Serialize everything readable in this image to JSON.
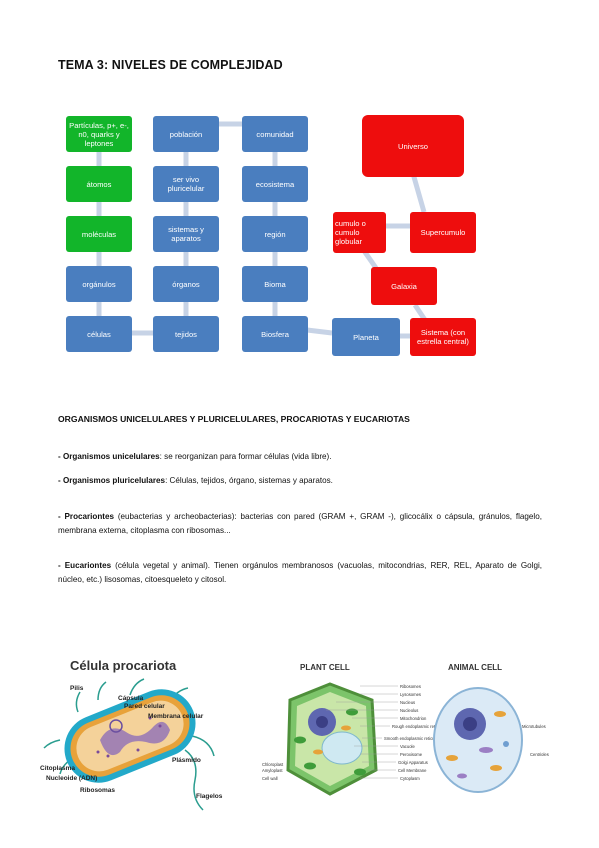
{
  "document": {
    "title": "TEMA 3: NIVELES DE COMPLEJIDAD",
    "section_title": "ORGANISMOS UNICELULARES Y PLURICELULARES, PROCARIOTAS Y EUCARIOTAS"
  },
  "diagram": {
    "green": {
      "particulas": "Partículas, p+, e-, n0, quarks y leptones",
      "atomos": "átomos",
      "moleculas": "moléculas"
    },
    "col1": {
      "organulos": "orgánulos",
      "celulas": "células"
    },
    "col2": {
      "poblacion": "población",
      "ser_vivo": "ser vivo pluricelular",
      "sistemas": "sistemas y aparatos",
      "organos": "órganos",
      "tejidos": "tejidos"
    },
    "col3": {
      "comunidad": "comunidad",
      "ecosistema": "ecosistema",
      "region": "región",
      "bioma": "Bioma",
      "biosfera": "Biosfera"
    },
    "planeta": "Planeta",
    "red": {
      "universo": "Universo",
      "cumulo": "cumulo o cumulo globular",
      "supercumulo": "Supercumulo",
      "galaxia": "Galaxia",
      "sistema": "Sistema (con estrella central)"
    },
    "colors": {
      "green": "#12b52a",
      "blue": "#4a7ebf",
      "red": "#ee0d0d",
      "connector": "#c7d3e6"
    }
  },
  "paragraphs": [
    {
      "label": "- Organismos unicelulares",
      "text": ": se reorganizan para formar células (vida libre)."
    },
    {
      "label": "- Organismos pluricelulares",
      "text": ": Células, tejidos, órgano, sistemas y aparatos."
    },
    {
      "label": "- Procariontes",
      "text": " (eubacterias y archeobacterias): bacterias con pared (GRAM +, GRAM -), glicocálix o cápsula, gránulos, flagelo, membrana externa, citoplasma con ribosomas..."
    },
    {
      "label": "- Eucariontes",
      "text": " (célula vegetal y animal). Tienen orgánulos membranosos (vacuolas, mitocondrias, RER, REL, Aparato de Golgi, núcleo, etc.) lisosomas, citoesqueleto y citosol."
    }
  ],
  "prokaryote": {
    "title": "Célula procariota",
    "labels": {
      "pilis": "Pilis",
      "capsula": "Cápsula",
      "pared": "Pared celular",
      "membrana": "Membrana celular",
      "citoplasma": "Citoplasma",
      "nucleoide": "Nucleoide (ADN)",
      "ribosomas": "Ribosomas",
      "plasmido": "Plásmido",
      "flagelos": "Flagelos"
    }
  },
  "plant_cell": {
    "title": "PLANT CELL",
    "left_labels": [
      "Chloroplast",
      "Amyloplast",
      "Cell wall"
    ],
    "center_labels": [
      "Ribosomes",
      "Lysosomes",
      "Nucleus",
      "Nucleolus",
      "Mitochondrion",
      "Rough endoplasmic reticulum",
      "Smooth endoplasmic reticulum",
      "Vacuole",
      "Peroxisome",
      "Golgi Apparatus",
      "Cell Membrane",
      "Cytoplasm"
    ]
  },
  "animal_cell": {
    "title": "ANIMAL CELL",
    "right_labels": [
      "Microtubules",
      "Centrioles"
    ]
  }
}
